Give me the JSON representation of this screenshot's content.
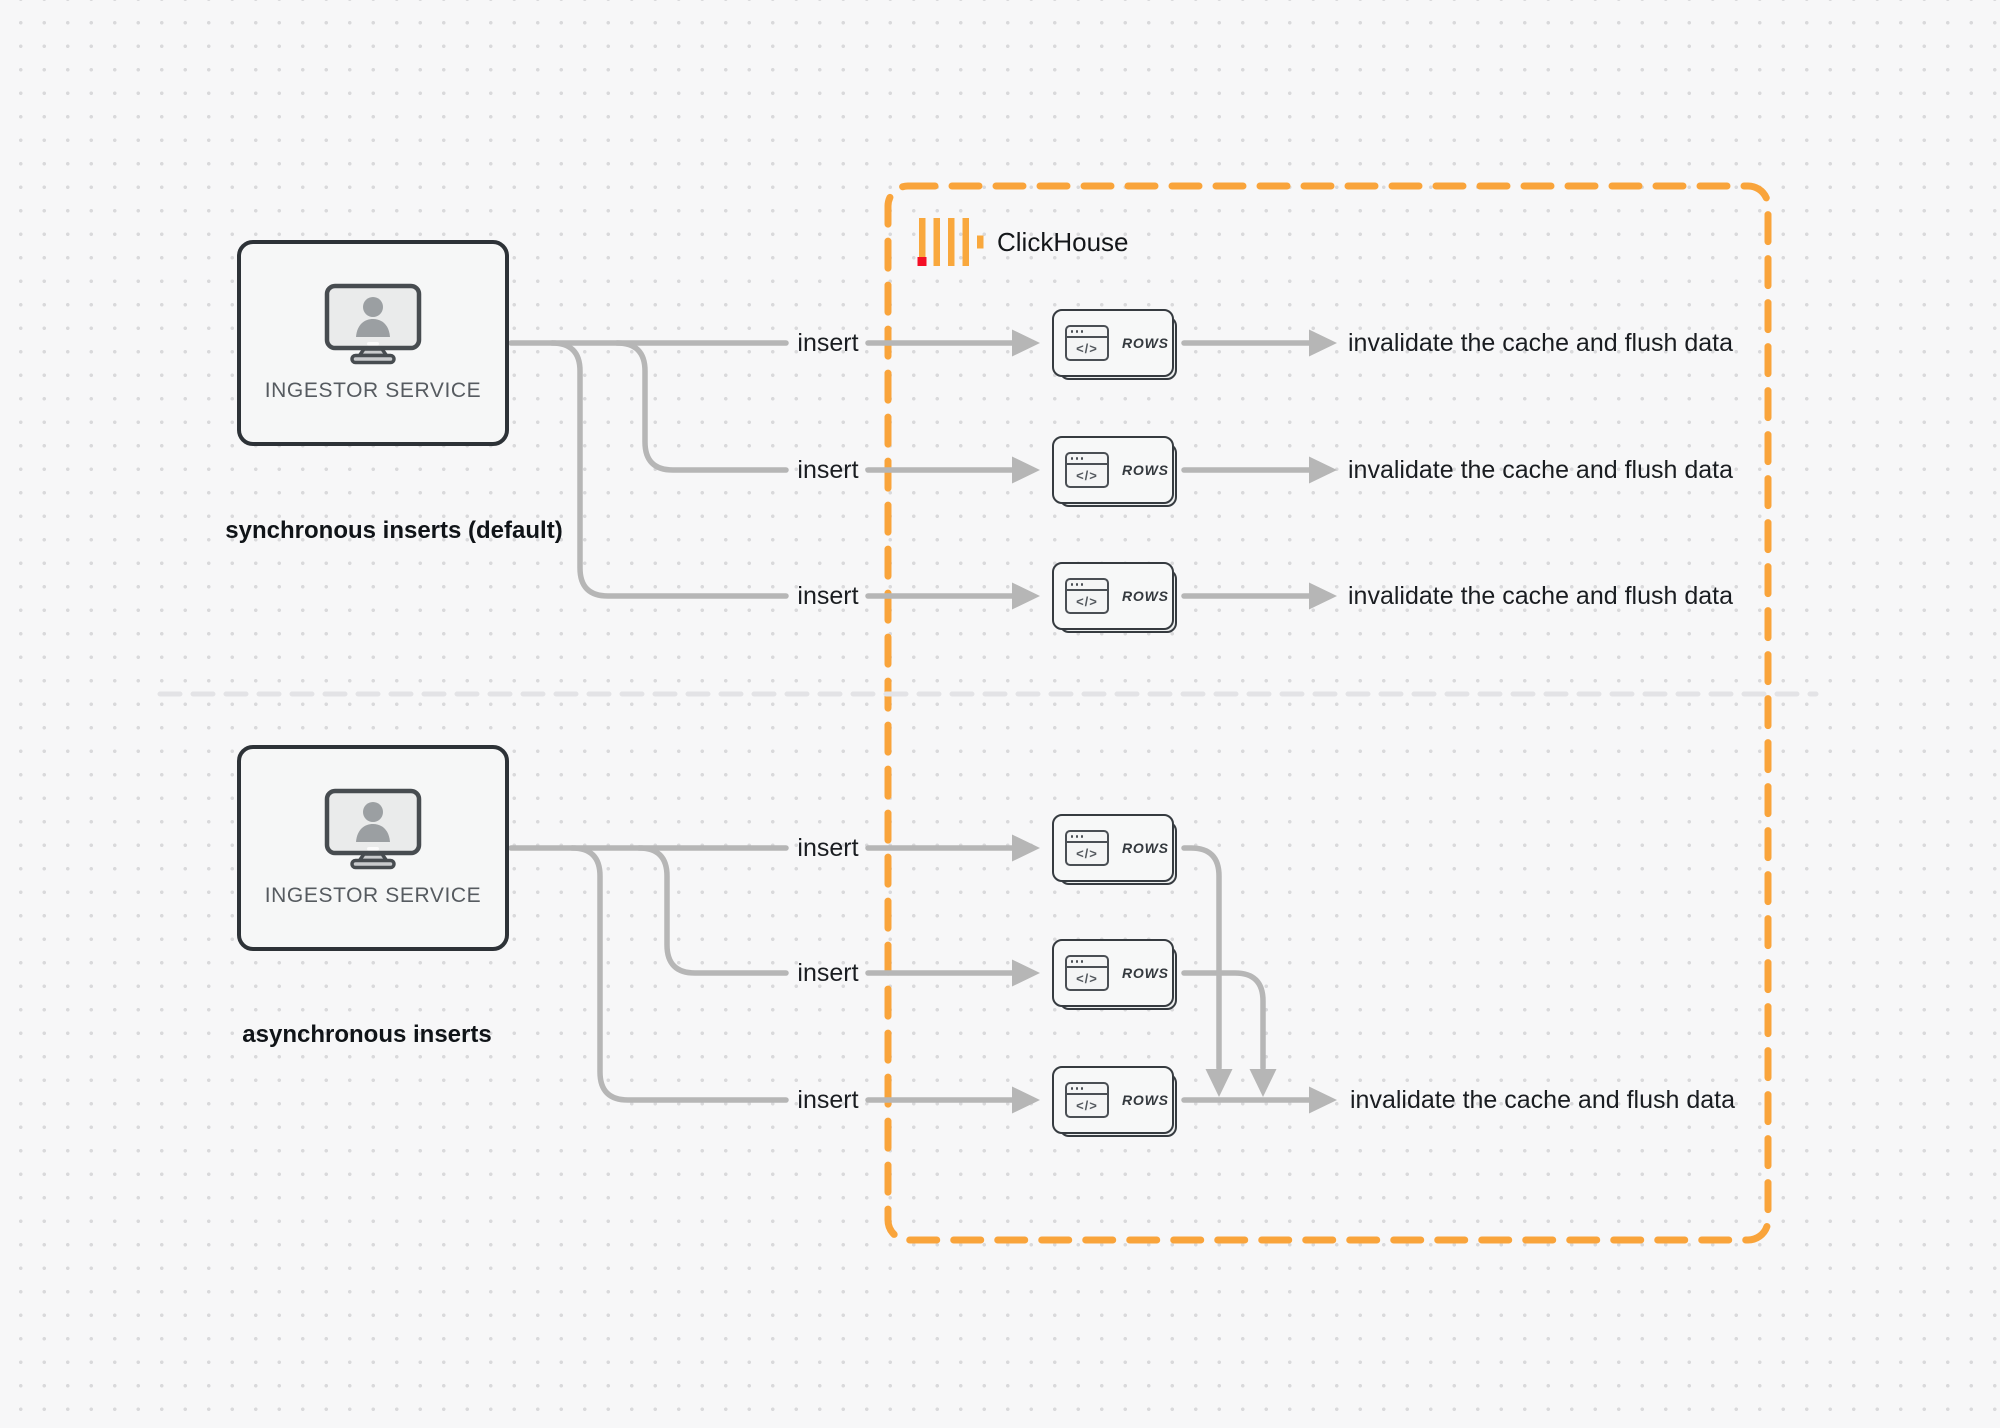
{
  "diagram": {
    "sync": {
      "service_label": "INGESTOR SERVICE",
      "caption": "synchronous inserts (default)",
      "flows": [
        {
          "insert_label": "insert",
          "card_label": "ROWS",
          "result_label": "invalidate the cache and flush data"
        },
        {
          "insert_label": "insert",
          "card_label": "ROWS",
          "result_label": "invalidate the cache and flush data"
        },
        {
          "insert_label": "insert",
          "card_label": "ROWS",
          "result_label": "invalidate the cache and flush data"
        }
      ]
    },
    "async": {
      "service_label": "INGESTOR SERVICE",
      "caption": "asynchronous inserts",
      "flows": [
        {
          "insert_label": "insert",
          "card_label": "ROWS"
        },
        {
          "insert_label": "insert",
          "card_label": "ROWS"
        },
        {
          "insert_label": "insert",
          "card_label": "ROWS"
        }
      ],
      "result_label": "invalidate the cache and flush data"
    },
    "clickhouse": {
      "brand": "ClickHouse"
    },
    "card_glyph": "</>",
    "colors": {
      "boundary_orange": "#F9A43B",
      "logo_bar_orange": "#F9A83D",
      "logo_accent_red": "#F40F26",
      "connector_gray": "#B6B6B6",
      "divider_gray": "#E3E3E6",
      "box_border_dark": "#2D3237",
      "card_border_dark": "#363B40"
    },
    "icons": {
      "service": "monitor-user-icon",
      "card": "code-window-icon",
      "brand": "clickhouse-bars-logo"
    }
  }
}
